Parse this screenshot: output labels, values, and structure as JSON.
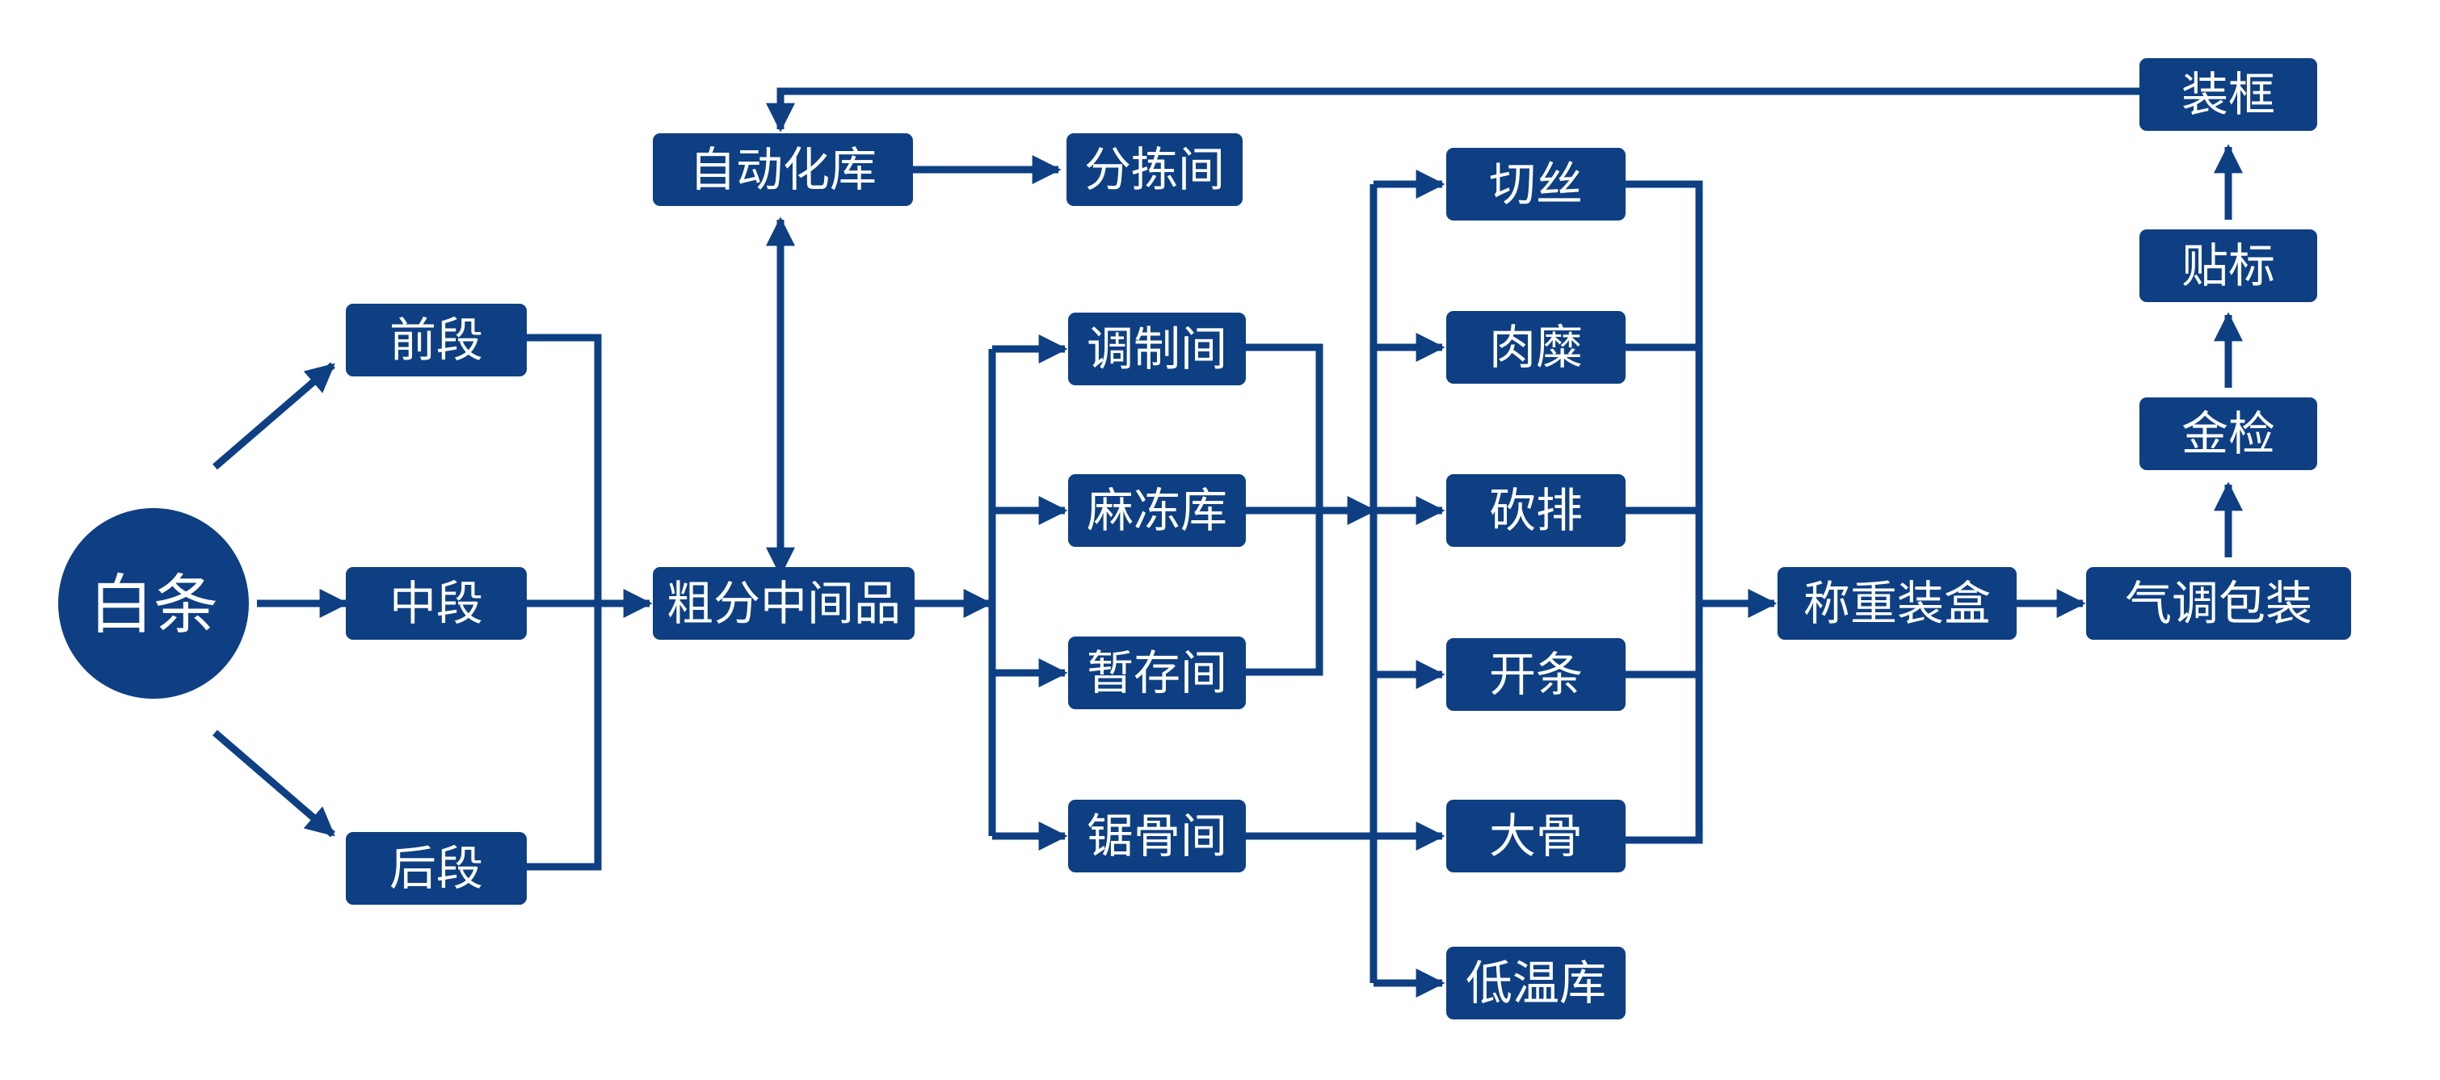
{
  "nodes": {
    "start": "白条",
    "front": "前段",
    "middle": "中段",
    "rear": "后段",
    "rough": "粗分中间品",
    "auto_store": "自动化库",
    "sorting": "分拣间",
    "seasoning": "调制间",
    "hemp_freeze": "麻冻库",
    "temp_store": "暂存间",
    "bone_saw": "锯骨间",
    "shred": "切丝",
    "mince": "肉糜",
    "chop_ribs": "砍排",
    "strips": "开条",
    "big_bone": "大骨",
    "cold_store": "低温库",
    "weigh_box": "称重装盒",
    "map_pack": "气调包装",
    "metal_check": "金检",
    "labeling": "贴标",
    "crate": "装框"
  },
  "colors": {
    "node_fill": "#0e3f83",
    "node_text": "#ffffff",
    "line": "#0e3f83"
  }
}
